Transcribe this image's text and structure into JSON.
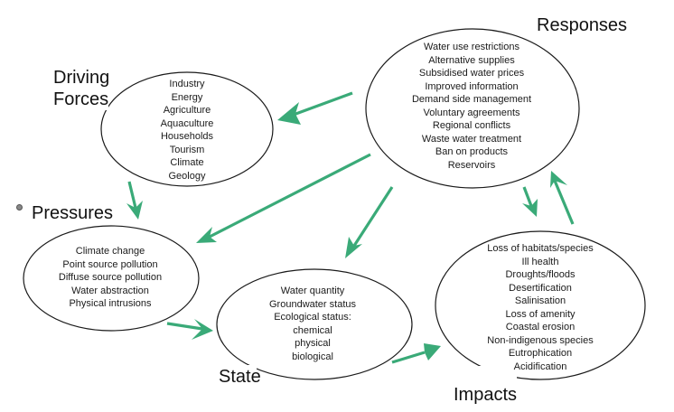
{
  "colors": {
    "arrow": "#3aaa78",
    "outline": "#1a1a1a",
    "text": "#1a1a1a"
  },
  "nodes": {
    "driving_forces": {
      "title_lines": [
        "Driving",
        "Forces"
      ],
      "items": [
        "Industry",
        "Energy",
        "Agriculture",
        "Aquaculture",
        "Households",
        "Tourism",
        "Climate",
        "Geology"
      ]
    },
    "pressures": {
      "title": "Pressures",
      "bullet_icon": "bullet-dot-icon",
      "items": [
        "Climate change",
        "Point source pollution",
        "Diffuse source pollution",
        "Water abstraction",
        "Physical intrusions"
      ]
    },
    "state": {
      "title": "State",
      "items": [
        "Water quantity",
        "Groundwater status",
        "Ecological status:",
        "chemical",
        "physical",
        "biological"
      ]
    },
    "impacts": {
      "title": "Impacts",
      "items": [
        "Loss of habitats/species",
        "Ill health",
        "Droughts/floods",
        "Desertification",
        "Salinisation",
        "Loss of amenity",
        "Coastal erosion",
        "Non-indigenous species",
        "Eutrophication",
        "Acidification"
      ]
    },
    "responses": {
      "title": "Responses",
      "items": [
        "Water use restrictions",
        "Alternative supplies",
        "Subsidised water prices",
        "Improved information",
        "Demand side management",
        "Voluntary agreements",
        "Regional conflicts",
        "Waste water treatment",
        "Ban on products",
        "Reservoirs"
      ]
    }
  },
  "edges": [
    {
      "from": "responses",
      "to": "driving_forces"
    },
    {
      "from": "responses",
      "to": "pressures"
    },
    {
      "from": "responses",
      "to": "state"
    },
    {
      "from": "responses",
      "to": "impacts"
    },
    {
      "from": "impacts",
      "to": "responses"
    },
    {
      "from": "driving_forces",
      "to": "pressures"
    },
    {
      "from": "pressures",
      "to": "state"
    },
    {
      "from": "state",
      "to": "impacts"
    }
  ]
}
